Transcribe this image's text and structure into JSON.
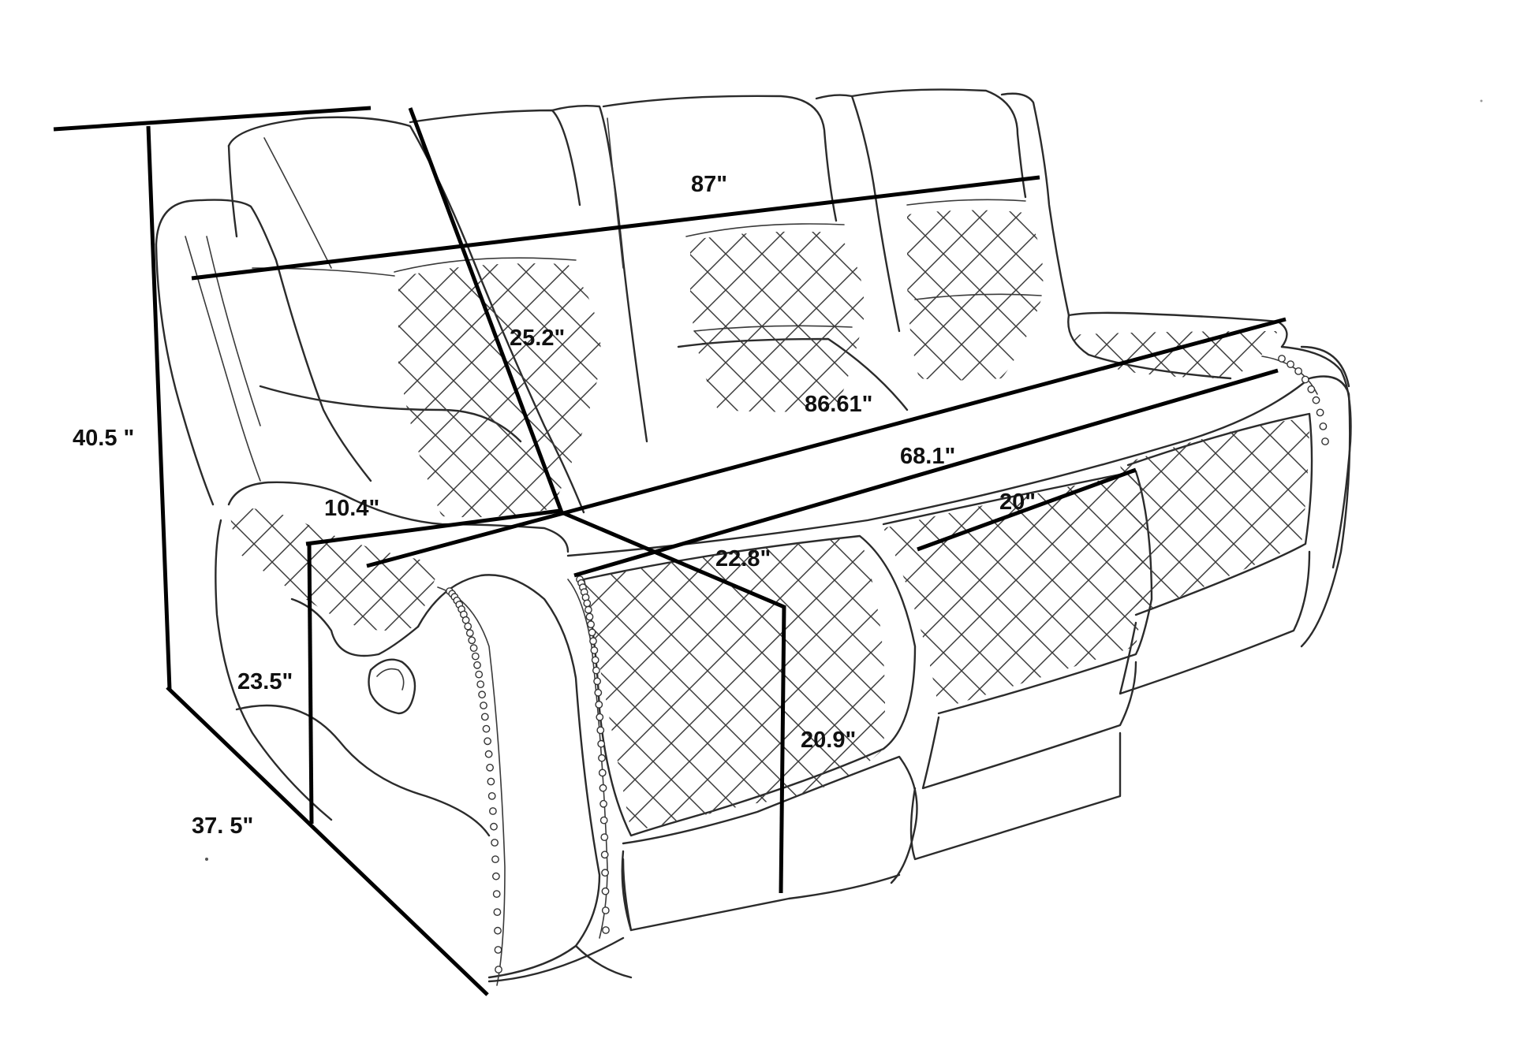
{
  "diagram": {
    "subject": "three-seat recliner sofa line drawing",
    "dimensions": [
      {
        "id": "overall-height",
        "label": "40.5 \""
      },
      {
        "id": "back-width",
        "label": "87\""
      },
      {
        "id": "back-height",
        "label": "25.2\""
      },
      {
        "id": "overall-width",
        "label": "86.61\""
      },
      {
        "id": "seat-width-total",
        "label": "68.1\""
      },
      {
        "id": "seat-width-single",
        "label": "20\""
      },
      {
        "id": "arm-width",
        "label": "10.4\""
      },
      {
        "id": "seat-depth",
        "label": "22.8\""
      },
      {
        "id": "arm-height",
        "label": "23.5\""
      },
      {
        "id": "seat-height",
        "label": "20.9\""
      },
      {
        "id": "overall-depth",
        "label": "37. 5\""
      }
    ],
    "colors": {
      "line": "#2b2b2b",
      "dimension": "#000000",
      "background": "#ffffff"
    }
  }
}
